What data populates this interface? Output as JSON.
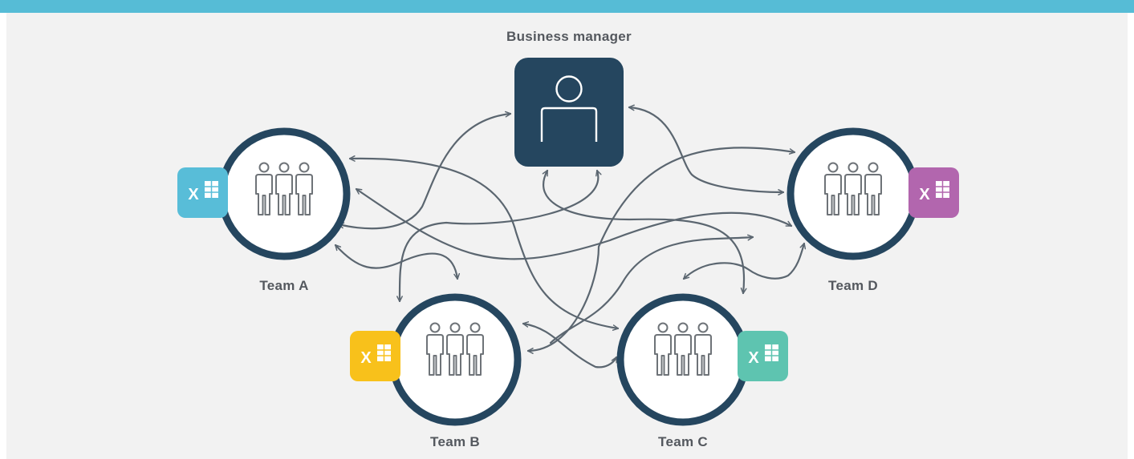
{
  "diagram": {
    "manager": {
      "label": "Business manager"
    },
    "teams": [
      {
        "label": "Team A",
        "badge_color": "#58bdd8",
        "badge_text": "X"
      },
      {
        "label": "Team B",
        "badge_color": "#f8c11b",
        "badge_text": "X"
      },
      {
        "label": "Team C",
        "badge_color": "#5ec4b0",
        "badge_text": "X"
      },
      {
        "label": "Team D",
        "badge_color": "#b266ae",
        "badge_text": "X"
      }
    ],
    "colors": {
      "header_bar": "#56bcd6",
      "background": "#f2f2f2",
      "navy": "#25465f",
      "arrow": "#5b6670",
      "icon_stroke": "#6e7378",
      "label_text": "#54585e"
    },
    "icons": {
      "manager": "person-icon",
      "team": "team-people-icon",
      "badge": "excel-spreadsheet-icon"
    }
  }
}
